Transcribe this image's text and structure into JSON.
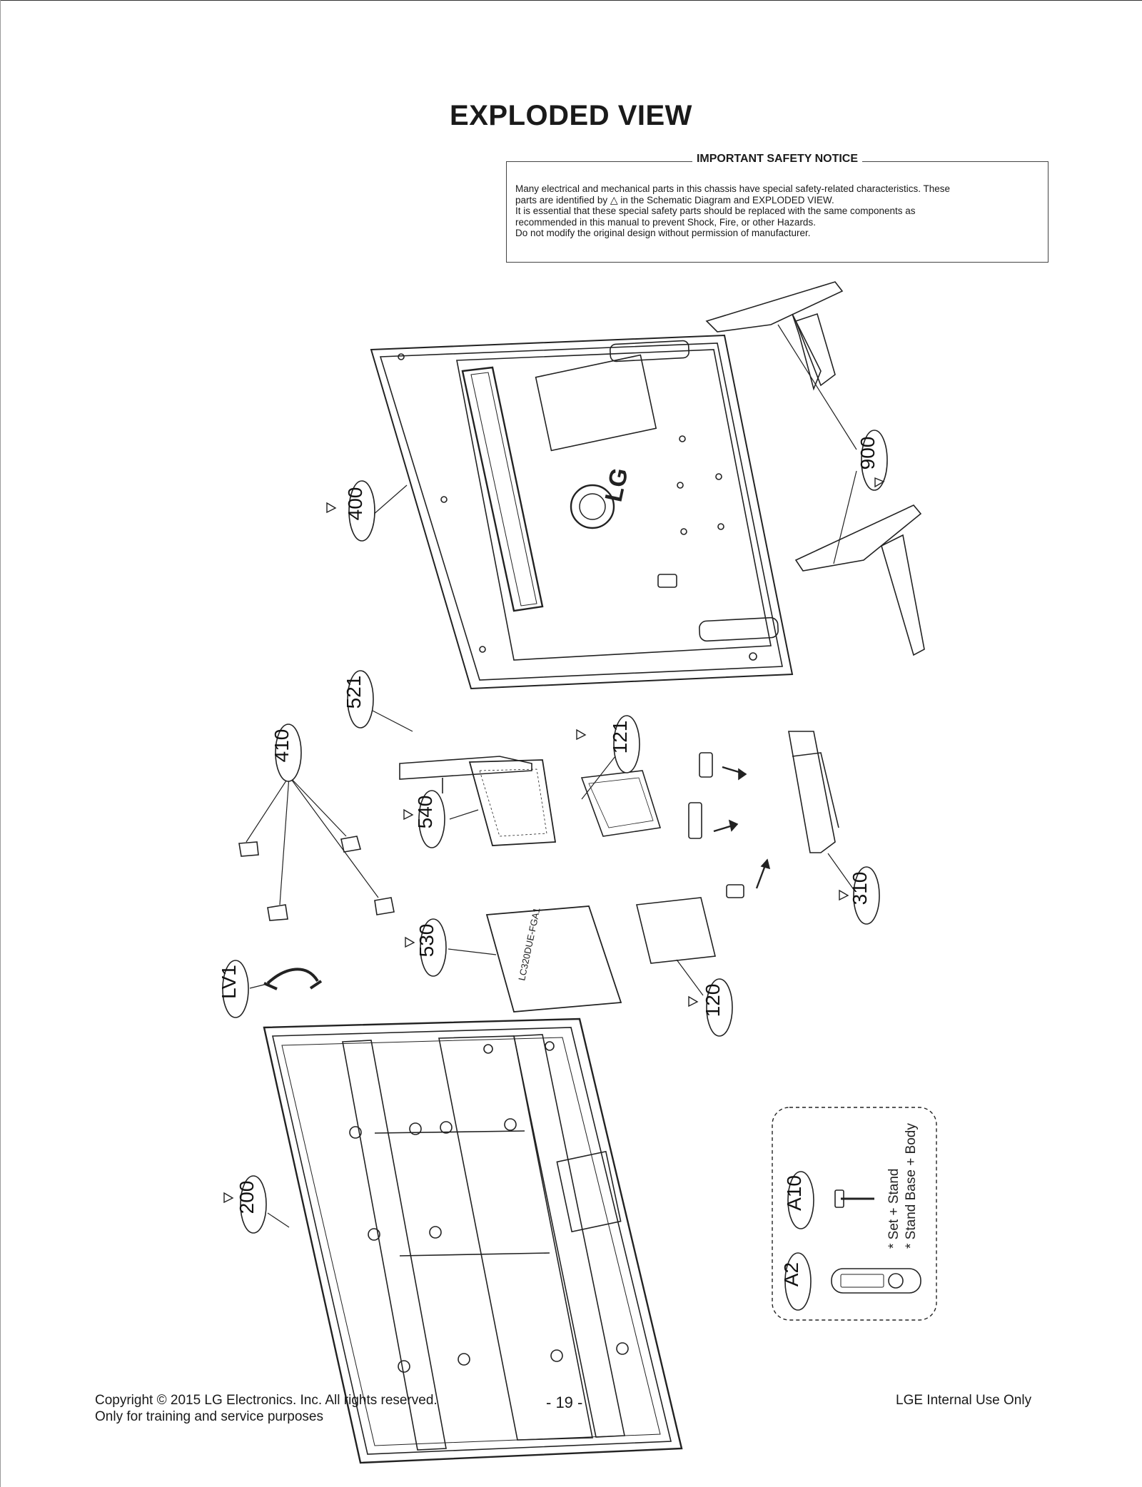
{
  "page": {
    "title": "EXPLODED VIEW",
    "page_number": "- 19 -"
  },
  "notice": {
    "heading": "IMPORTANT SAFETY NOTICE",
    "line1": "Many electrical and mechanical parts in this chassis have special safety-related characteristics. These",
    "line2a": "parts are identified by",
    "line2b": "in the Schematic Diagram and EXPLODED VIEW.",
    "line3": "It is essential that these special safety parts should be replaced with the same components as",
    "line4": "recommended in this manual to prevent Shock, Fire, or other Hazards.",
    "line5": "Do not modify the original design without permission of manufacturer."
  },
  "parts": {
    "p400": "400",
    "p900": "900",
    "p521": "521",
    "p410": "410",
    "p121": "121",
    "p540": "540",
    "p310": "310",
    "p530": "530",
    "p120": "120",
    "pLV1": "LV1",
    "p200": "200",
    "pA10": "A10",
    "pA2": "A2"
  },
  "diagram_text": {
    "back_logo": "LG",
    "module_label": "LC320DUE-FGA1",
    "accessory_note1": "* Set + Stand",
    "accessory_note2": "* Stand Base + Body"
  },
  "footer": {
    "copyright": "Copyright  © 2015 LG Electronics. Inc. All rights reserved.",
    "purpose": "Only for training and service purposes",
    "internal": "LGE Internal Use Only"
  }
}
